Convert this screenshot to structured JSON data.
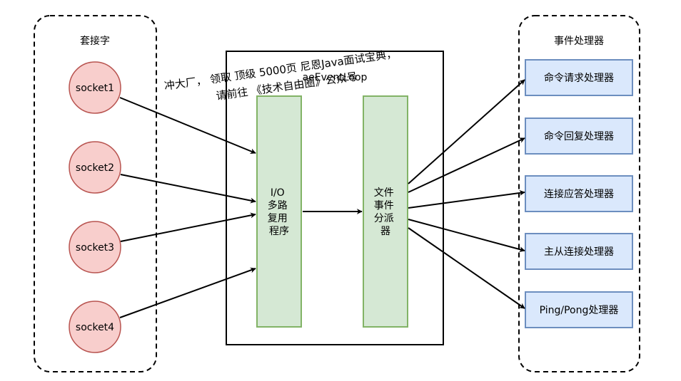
{
  "sockets_group": {
    "title": "套接字",
    "items": [
      "socket1",
      "socket2",
      "socket3",
      "socket4"
    ]
  },
  "event_loop": {
    "title": "aeEventLoop",
    "io_multiplexer": [
      "I/O",
      "多路",
      "复用",
      "程序"
    ],
    "dispatcher": [
      "文件",
      "事件",
      "分派",
      "器"
    ]
  },
  "handlers_group": {
    "title": "事件处理器",
    "items": [
      "命令请求处理器",
      "命令回复处理器",
      "连接应答处理器",
      "主从连接处理器",
      "Ping/Pong处理器"
    ]
  },
  "watermark": {
    "line1": "冲大厂， 领取 顶级  5000页 尼恩Java面试宝典，",
    "line2": "请前往 《技术自由圈》公众号"
  },
  "colors": {
    "socket_fill": "#f8cecc",
    "socket_stroke": "#b85450",
    "process_fill": "#d5e8d4",
    "process_stroke": "#82b366",
    "handler_fill": "#dae8fc",
    "handler_stroke": "#6c8ebf"
  }
}
